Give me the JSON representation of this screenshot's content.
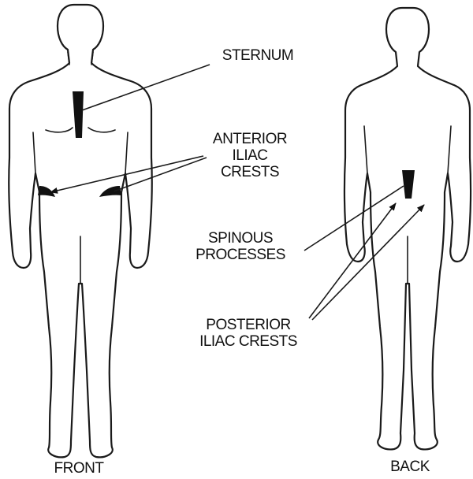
{
  "labels": {
    "sternum": "STERNUM",
    "anterior_iliac_crests": "ANTERIOR\nILIAC\nCRESTS",
    "spinous_processes": "SPINOUS\nPROCESSES",
    "posterior_iliac_crests": "POSTERIOR\nILIAC CRESTS",
    "front": "FRONT",
    "back": "BACK"
  },
  "colors": {
    "ink": "#111111",
    "background": "#ffffff"
  }
}
